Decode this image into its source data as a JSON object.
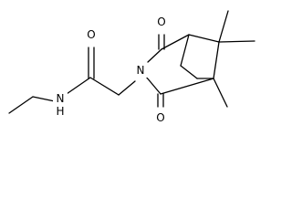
{
  "molecule": {
    "atoms": {
      "carbonyl_oxygen_chain": "O",
      "amide_nitrogen_chain": "N",
      "amide_nitrogen_chain_h": "H",
      "imide_nitrogen_ring": "N",
      "upper_carbonyl_oxygen": "O",
      "lower_carbonyl_oxygen": "O"
    }
  }
}
